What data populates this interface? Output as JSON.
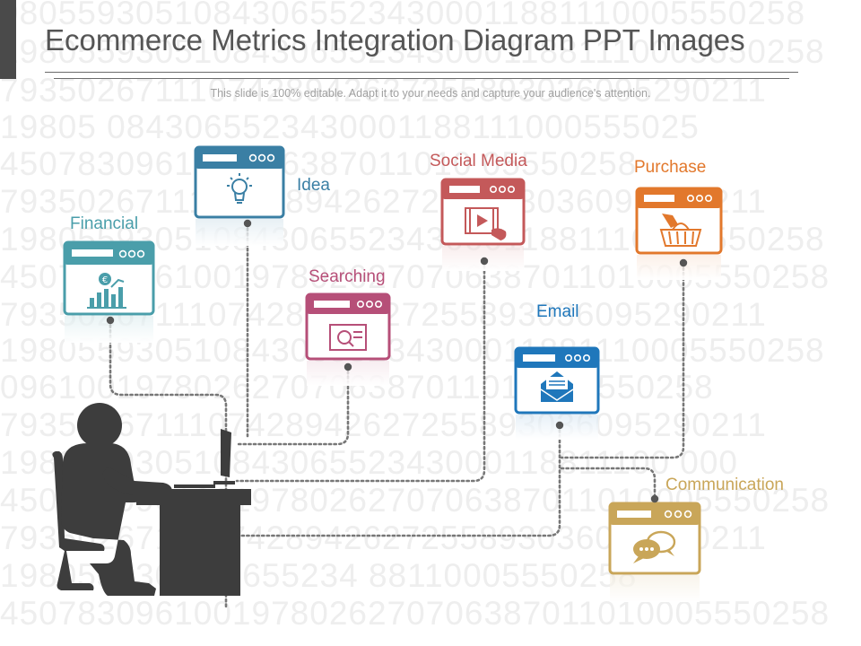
{
  "slide": {
    "title": "Ecommerce Metrics Integration Diagram PPT Images",
    "subtitle": "This slide is 100% editable. Adapt it to your needs and capture your audience's attention."
  },
  "background_digits": [
    "980559305108430655234300011881110005550258",
    "1980559305108430655234300011881110005550258",
    "7935026711107428942627255893036095290211",
    "19805           0843065523430001188111000555025",
    "4507830961           70706387011010           05550258",
    "7935026711107428942627255893036095290211",
    "1980559305108430655234300011881110005550258",
    "4507830961001978026270706387011010005550258",
    "7935026711107428942627255893036095290211",
    "1980559305108430655234300011881110005550258",
    "           0961001978026270706387011010005550258",
    "7935026711107428942627255893036095290211",
    "19805593051084306552343000118811100        000",
    "4507830961001978026270706387011010005550258",
    "7935026711107428942627255893036095290211",
    "19805593051          0655234           88110005550258",
    "4507830961001978026270706387011010005550258"
  ],
  "nodes": [
    {
      "id": "financial",
      "label": "Financial",
      "icon": "euro-chart-icon",
      "color": "#4a9eaa"
    },
    {
      "id": "idea",
      "label": "Idea",
      "icon": "lightbulb-icon",
      "color": "#3a7fa4"
    },
    {
      "id": "searching",
      "label": "Searching",
      "icon": "search-document-icon",
      "color": "#b64f78"
    },
    {
      "id": "social-media",
      "label": "Social Media",
      "icon": "video-play-icon",
      "color": "#c4595a"
    },
    {
      "id": "email",
      "label": "Email",
      "icon": "envelope-icon",
      "color": "#1f77bb"
    },
    {
      "id": "purchase",
      "label": "Purchase",
      "icon": "shopping-basket-icon",
      "color": "#e2782c"
    },
    {
      "id": "communication",
      "label": "Communication",
      "icon": "chat-bubbles-icon",
      "color": "#c9a659"
    }
  ],
  "colors": {
    "figure": "#3d3d3d",
    "connector": "#777777",
    "title": "#555555"
  }
}
